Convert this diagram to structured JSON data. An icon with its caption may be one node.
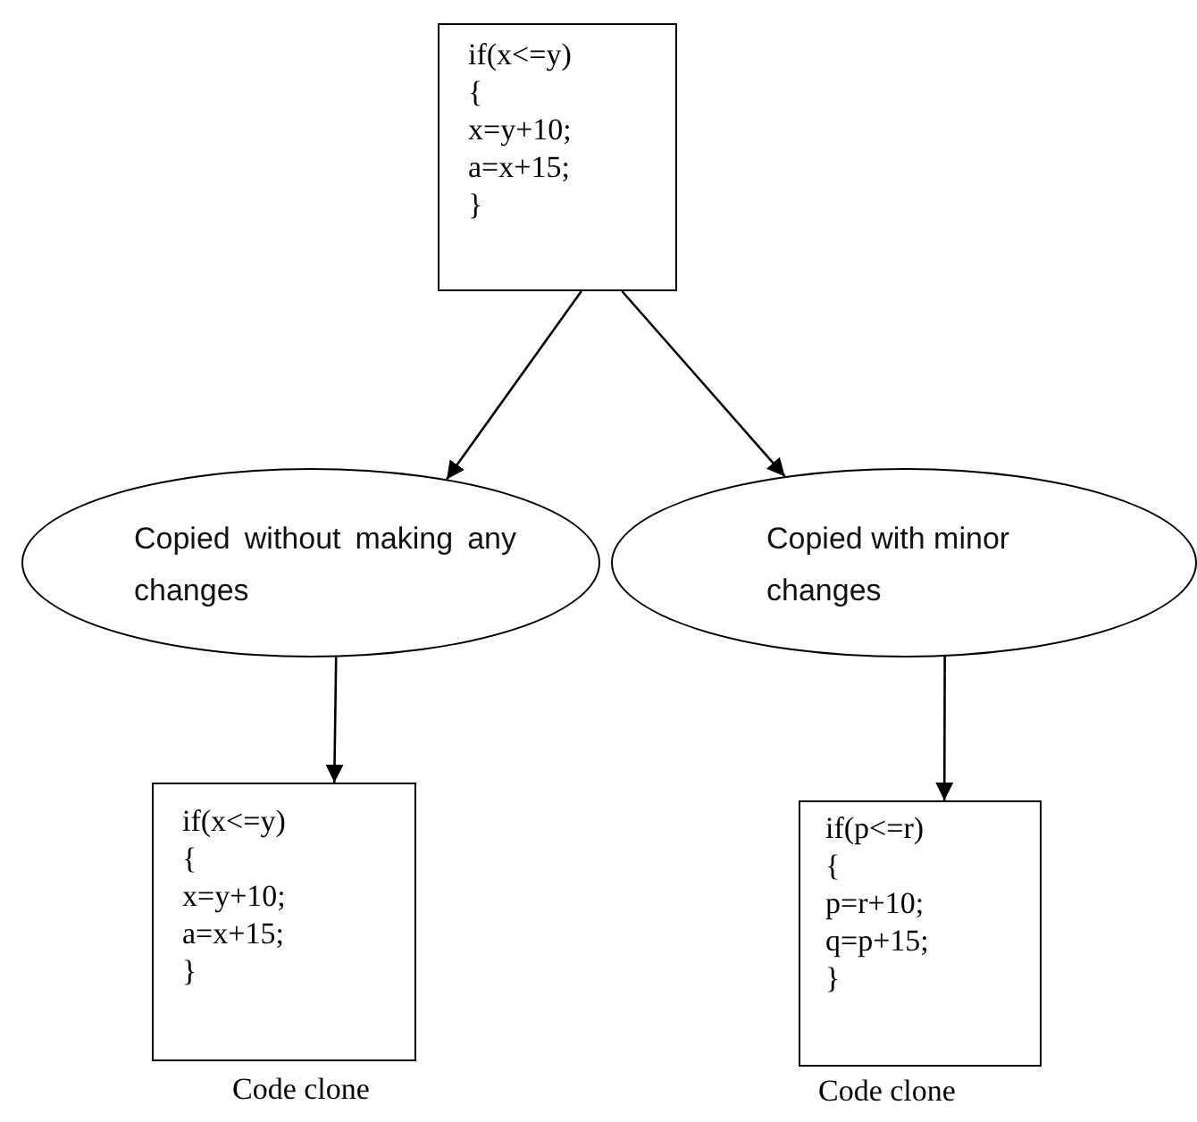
{
  "diagram": {
    "nodes": [
      {
        "text": [
          "if(x<=y)",
          "{",
          "x=y+10;",
          "a=x+15;",
          "}"
        ]
      },
      {
        "text": [
          "Copied without making any changes"
        ]
      },
      {
        "text": [
          "Copied with minor changes"
        ]
      },
      {
        "text": [
          "if(x<=y)",
          "{",
          "x=y+10;",
          "a=x+15;",
          "}"
        ],
        "beside": [
          "Code clone"
        ]
      },
      {
        "text": [
          "if(p<=r)",
          "{",
          "p=r+10;",
          "q=p+15;",
          "}"
        ],
        "beside": [
          "Code clone"
        ]
      }
    ],
    "edges": [
      {
        "from": 0,
        "to": 1,
        "arrow": "to"
      },
      {
        "from": 0,
        "to": 2,
        "arrow": "to"
      },
      {
        "from": 1,
        "to": 3,
        "arrow": "to"
      },
      {
        "from": 2,
        "to": 4,
        "arrow": "to"
      }
    ]
  }
}
